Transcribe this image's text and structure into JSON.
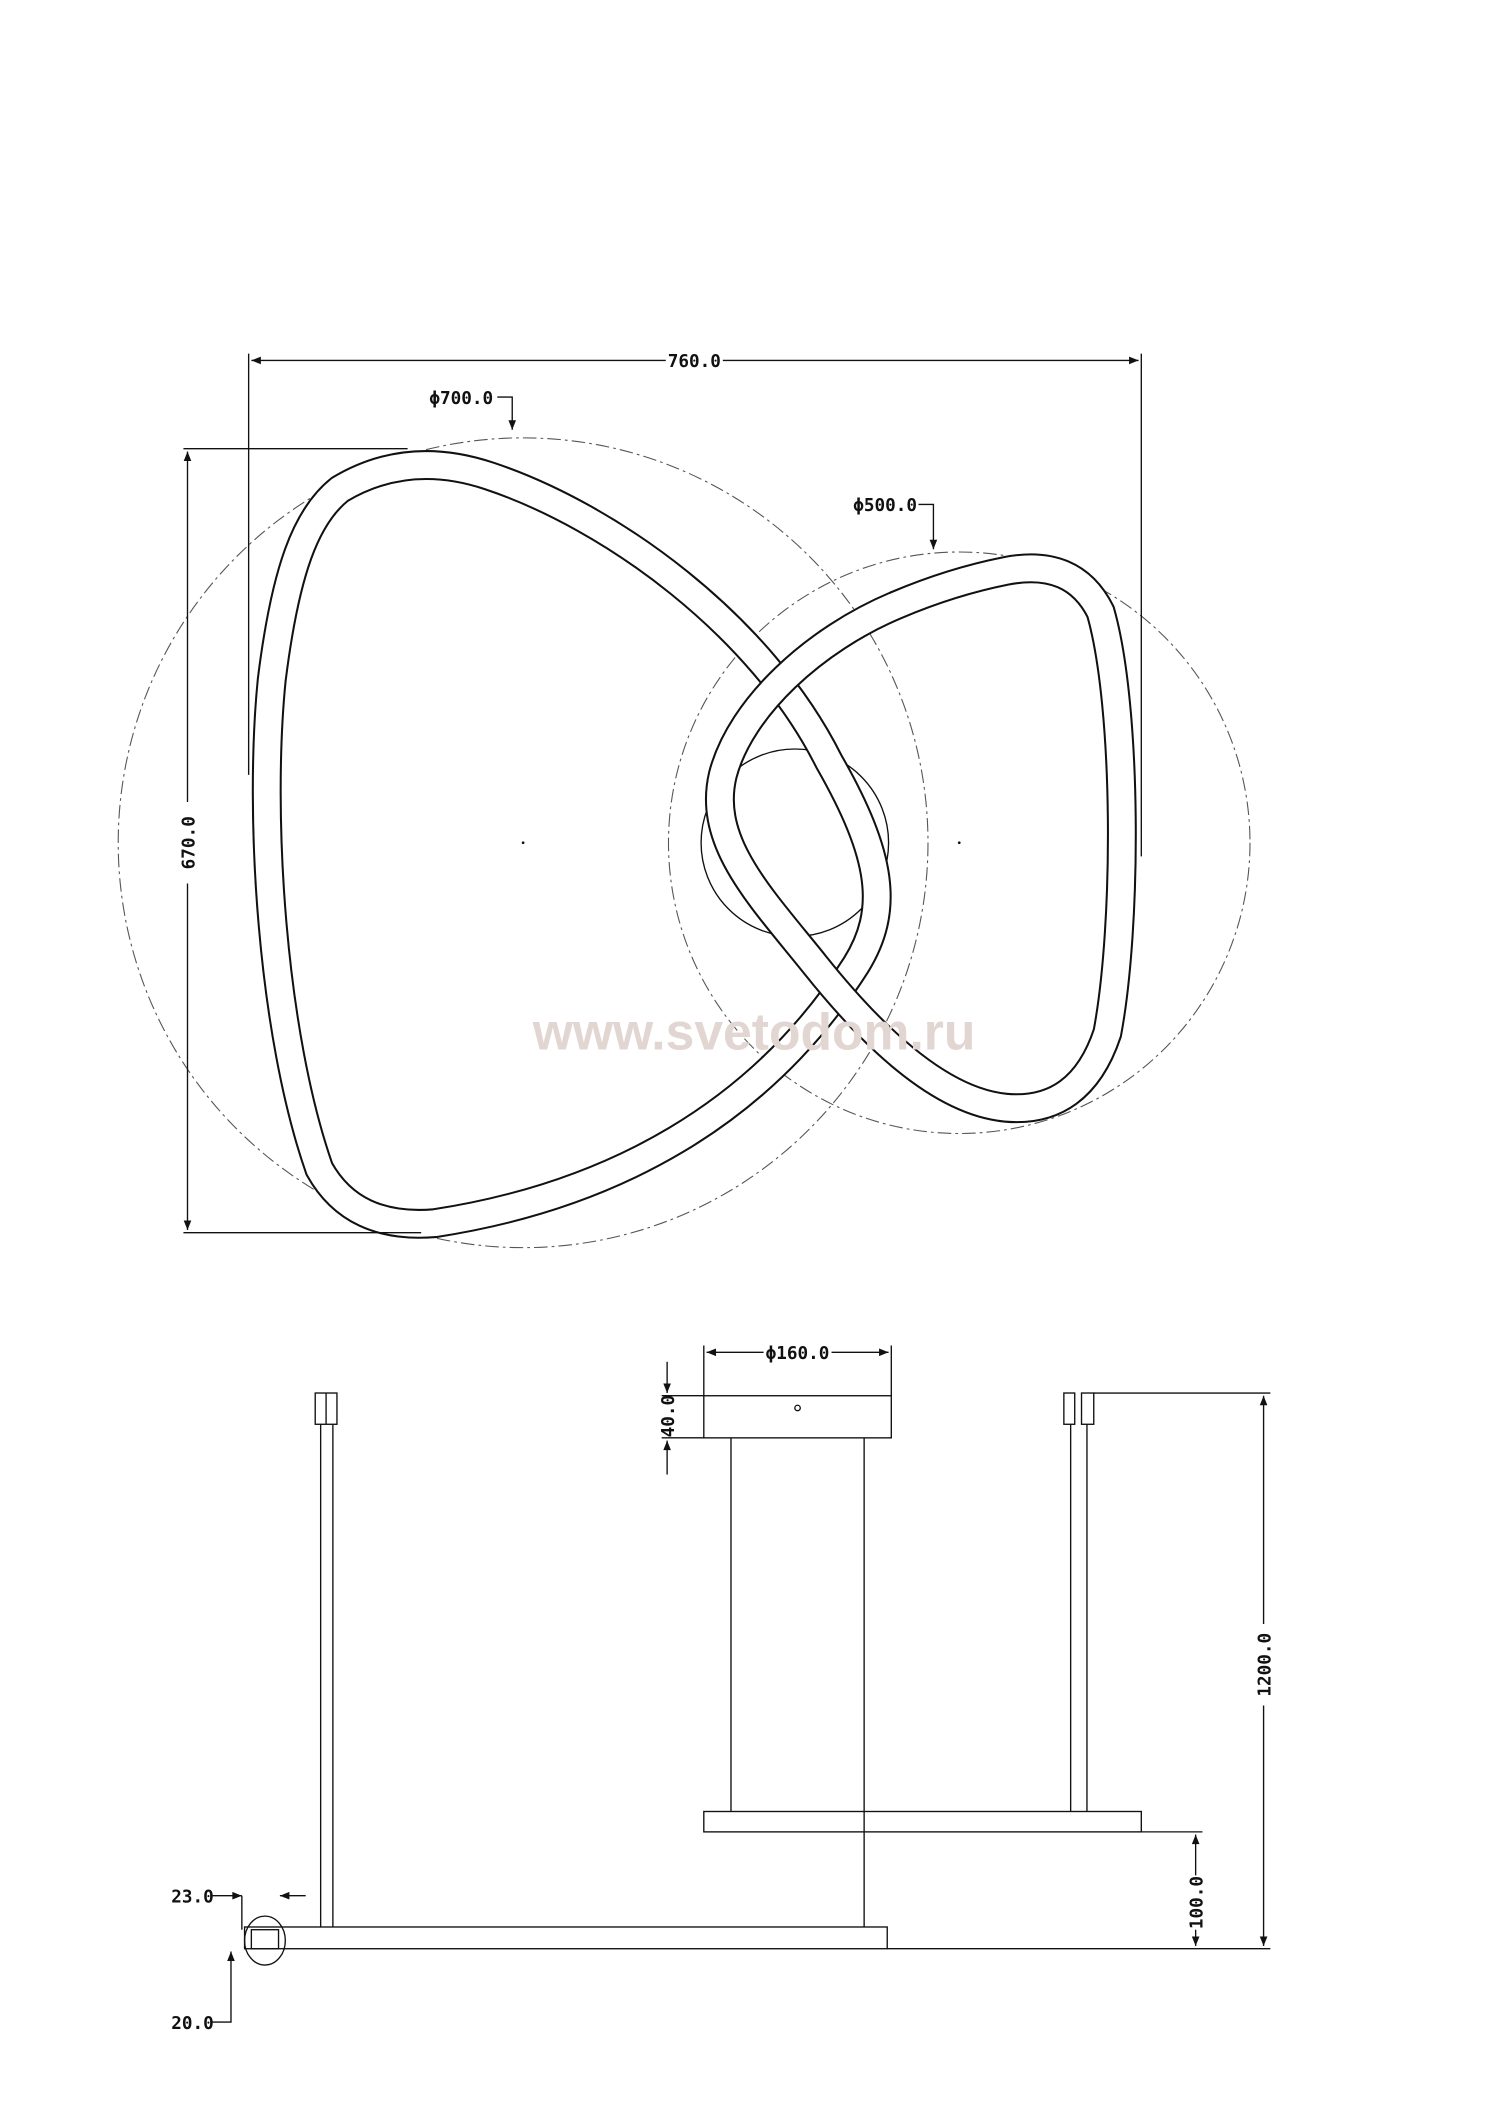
{
  "top_view": {
    "width_label": "760.0",
    "height_label": "670.0",
    "large_ring_diameter": "ϕ700.0",
    "small_ring_diameter": "ϕ500.0"
  },
  "side_view": {
    "canopy_diameter": "ϕ160.0",
    "canopy_height": "40.0",
    "total_height": "1200.0",
    "ring_spacing": "100.0",
    "profile_width": "23.0",
    "profile_height": "20.0"
  },
  "watermark": "www.svetodom.ru"
}
